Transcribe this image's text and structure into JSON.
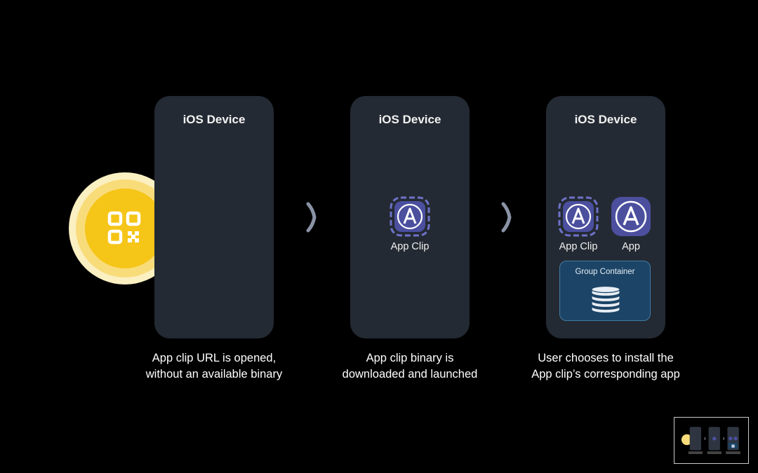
{
  "panels": [
    {
      "title": "iOS Device",
      "caption_line1": "App clip URL is opened,",
      "caption_line2": "without an available binary"
    },
    {
      "title": "iOS Device",
      "clip_label": "App Clip",
      "caption_line1": "App clip binary is",
      "caption_line2": "downloaded and launched"
    },
    {
      "title": "iOS Device",
      "clip_label": "App Clip",
      "app_label": "App",
      "group_label": "Group Container",
      "caption_line1": "User chooses to install the",
      "caption_line2": "App clip’s corresponding app"
    }
  ],
  "icons": {
    "qr_code": "qr-code-icon",
    "app_clip": "app-clip-icon",
    "app": "app-icon",
    "database": "database-icon",
    "chevron": "chevron-right-icon"
  },
  "colors": {
    "background": "#000000",
    "device": "#242a33",
    "qr_yellow": "#f5c518",
    "icon_purple": "#4b4f9e",
    "group_container": "#1c4466",
    "arrow": "#8a93a6"
  }
}
